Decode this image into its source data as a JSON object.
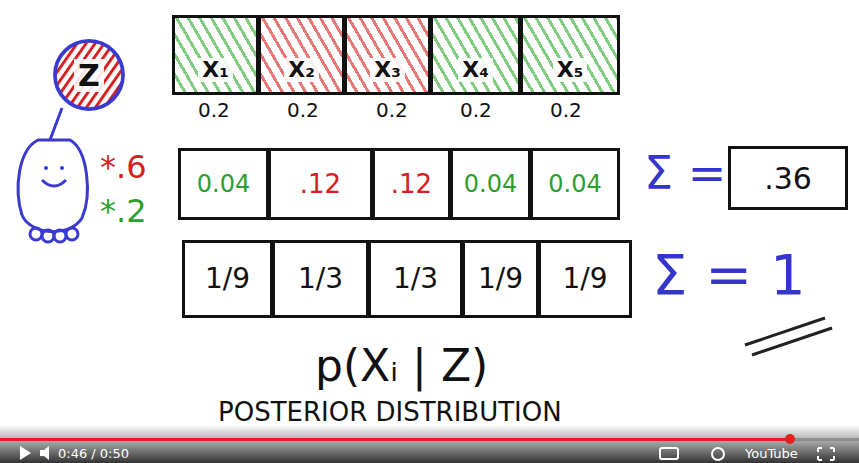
{
  "diagram": {
    "nodes": [
      {
        "text": [
          "Z"
        ]
      },
      {
        "text": [
          "X₁"
        ]
      },
      {
        "text": [
          "X₂"
        ]
      },
      {
        "text": [
          "X₃"
        ]
      },
      {
        "text": [
          "X₄"
        ]
      },
      {
        "text": [
          "X₅"
        ]
      },
      {
        "text": [
          "0.04"
        ]
      },
      {
        "text": [
          ".12"
        ]
      },
      {
        "text": [
          ".12"
        ]
      },
      {
        "text": [
          "0.04"
        ]
      },
      {
        "text": [
          "0.04"
        ]
      },
      {
        "text": [
          ".36"
        ]
      },
      {
        "text": [
          "1/9"
        ]
      },
      {
        "text": [
          "1/3"
        ]
      },
      {
        "text": [
          "1/3"
        ]
      },
      {
        "text": [
          "1/9"
        ]
      },
      {
        "text": [
          "1/9"
        ]
      }
    ],
    "labels": [
      "0.2",
      "0.2",
      "0.2",
      "0.2",
      "0.2",
      "*.6",
      "*.2",
      "Σ =",
      "Σ = 1",
      "p(Xᵢ | Z)",
      "POSTERIOR DISTRIBUTION",
      "0:46 / 0:50",
      "YouTube"
    ]
  }
}
